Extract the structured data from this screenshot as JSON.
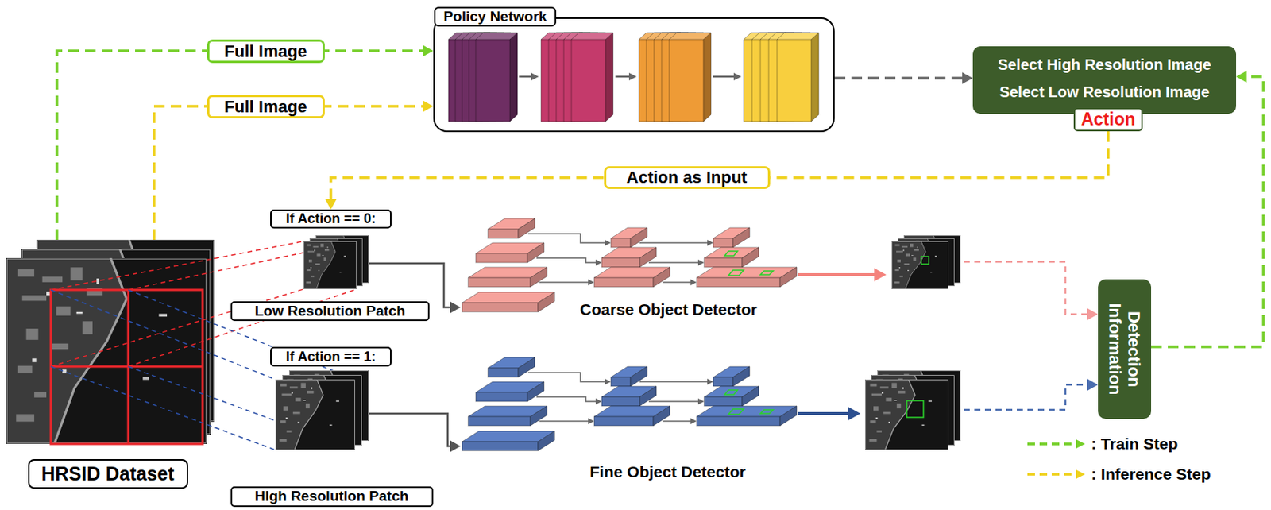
{
  "diagram": {
    "nodes": [
      {
        "text": [
          "Policy Network"
        ]
      },
      {
        "text": [
          "Select High Resolution Image",
          "Select Low Resolution Image"
        ]
      },
      {
        "text": [
          "Action"
        ],
        "in": 1
      },
      {
        "text": [
          "If Action == 0:"
        ]
      },
      {
        "text": [
          "Low Resolution Patch"
        ]
      },
      {
        "text": [
          "If Action == 1:"
        ]
      },
      {
        "text": [
          "High Resolution Patch"
        ]
      },
      {
        "text": [
          "HRSID Dataset"
        ]
      },
      {
        "text": [
          "Coarse Object Detector"
        ]
      },
      {
        "text": [
          "Fine Object Detector"
        ]
      },
      {
        "text": [
          "Detection Information"
        ]
      }
    ],
    "edges": [
      {
        "from": 7,
        "to": 0,
        "arrow": "to",
        "label": "Full Image"
      },
      {
        "from": 7,
        "to": 0,
        "arrow": "to",
        "label": "Full Image"
      },
      {
        "from": 0,
        "to": 1,
        "arrow": "to"
      },
      {
        "from": 2,
        "to": 3,
        "arrow": "to",
        "label": "Action as Input"
      },
      {
        "from": 4,
        "to": 8,
        "arrow": "to"
      },
      {
        "from": 6,
        "to": 9,
        "arrow": "to"
      },
      {
        "from": 8,
        "to": 10,
        "arrow": "to"
      },
      {
        "from": 9,
        "to": 10,
        "arrow": "to"
      },
      {
        "from": 10,
        "to": 1,
        "arrow": "to"
      }
    ],
    "legend": [
      {
        "text": ": Train Step"
      },
      {
        "text": ": Inference Step"
      }
    ]
  }
}
